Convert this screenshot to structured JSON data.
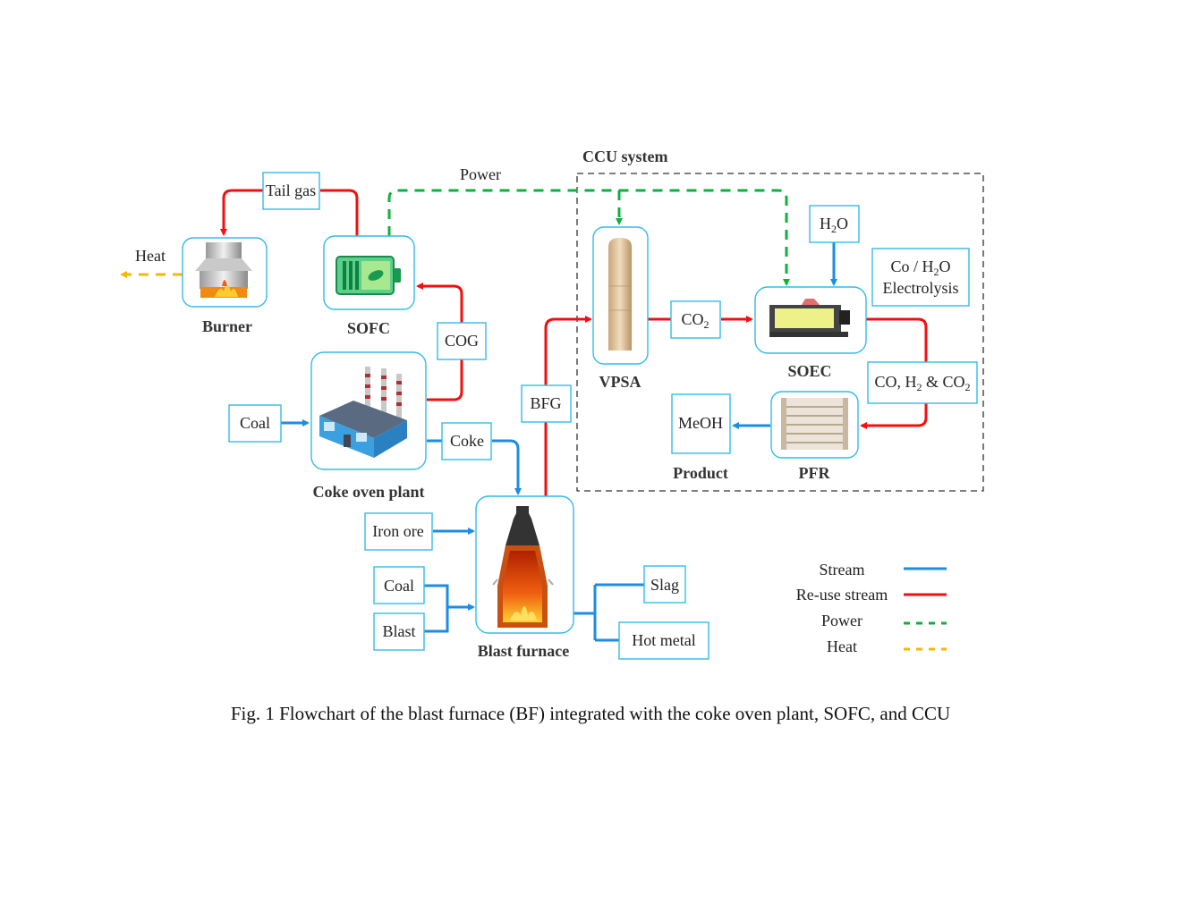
{
  "diagram": {
    "ccu_title": "CCU system",
    "power_label": "Power",
    "heat_label": "Heat",
    "units": {
      "burner": "Burner",
      "sofc": "SOFC",
      "coke_oven": "Coke oven plant",
      "blast_furnace": "Blast furnace",
      "vpsa": "VPSA",
      "soec": "SOEC",
      "pfr": "PFR",
      "product": "Product"
    },
    "streams": {
      "tail_gas": "Tail gas",
      "cog": "COG",
      "coal_coke": "Coal",
      "coke": "Coke",
      "bfg": "BFG",
      "iron_ore": "Iron ore",
      "coal_bf": "Coal",
      "blast": "Blast",
      "slag": "Slag",
      "hot_metal": "Hot metal",
      "co2": "CO",
      "co2_sub": "2",
      "h2o_a": "H",
      "h2o_sub": "2",
      "h2o_b": "O",
      "electrolysis_line1_a": "Co / H",
      "electrolysis_line1_sub": "2",
      "electrolysis_line1_b": "O",
      "electrolysis_line2": "Electrolysis",
      "syngas_a": "CO, H",
      "syngas_sub1": "2",
      "syngas_b": " & CO",
      "syngas_sub2": "2",
      "meoh": "MeOH"
    },
    "legend": [
      {
        "label": "Stream",
        "style": "solid",
        "color": "#1e8ce0"
      },
      {
        "label": "Re-use stream",
        "style": "solid",
        "color": "#f01010"
      },
      {
        "label": "Power",
        "style": "dashed",
        "color": "#10b040"
      },
      {
        "label": "Heat",
        "style": "dashed",
        "color": "#f5b800"
      }
    ],
    "caption": "Fig. 1 Flowchart of the blast furnace (BF) integrated with the coke oven plant, SOFC, and CCU"
  }
}
